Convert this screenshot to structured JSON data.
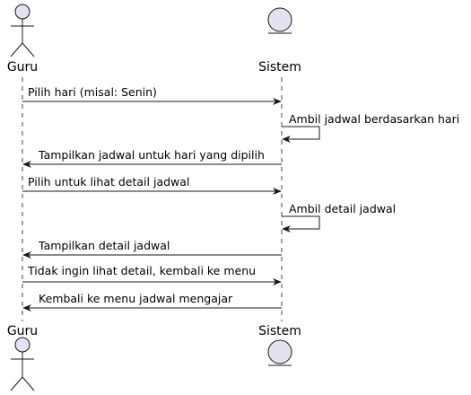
{
  "participants": [
    {
      "id": "guru",
      "label": "Guru",
      "kind": "actor"
    },
    {
      "id": "sistem",
      "label": "Sistem",
      "kind": "entity"
    }
  ],
  "messages": [
    {
      "from": "guru",
      "to": "sistem",
      "text": "Pilih hari (misal: Senin)"
    },
    {
      "from": "sistem",
      "to": "sistem",
      "text": "Ambil jadwal berdasarkan hari"
    },
    {
      "from": "sistem",
      "to": "guru",
      "text": "Tampilkan jadwal untuk hari yang dipilih"
    },
    {
      "from": "guru",
      "to": "sistem",
      "text": "Pilih untuk lihat detail jadwal"
    },
    {
      "from": "sistem",
      "to": "sistem",
      "text": "Ambil detail jadwal"
    },
    {
      "from": "sistem",
      "to": "guru",
      "text": "Tampilkan detail jadwal"
    },
    {
      "from": "guru",
      "to": "sistem",
      "text": "Tidak ingin lihat detail, kembali ke menu"
    },
    {
      "from": "sistem",
      "to": "guru",
      "text": "Kembali ke menu jadwal mengajar"
    }
  ],
  "colors": {
    "participant_fill": "#E2E2F0",
    "participant_stroke": "#181818",
    "lifeline": "#181818",
    "arrow": "#181818",
    "text": "#000000"
  }
}
